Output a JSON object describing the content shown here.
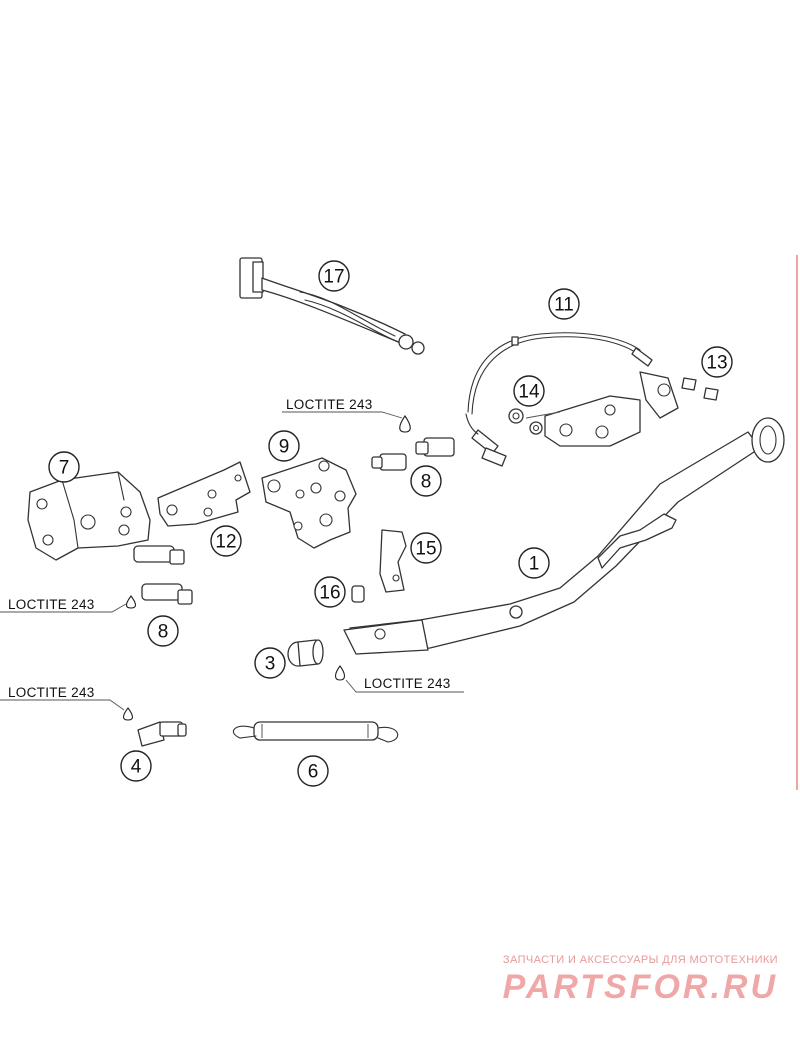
{
  "callouts": {
    "c1": "1",
    "c3": "3",
    "c4": "4",
    "c6": "6",
    "c7": "7",
    "c8a": "8",
    "c8b": "8",
    "c9": "9",
    "c11": "11",
    "c12": "12",
    "c13": "13",
    "c14": "14",
    "c15": "15",
    "c16": "16",
    "c17": "17"
  },
  "notes": {
    "loctite_top": "LOCTITE 243",
    "loctite_left": "LOCTITE 243",
    "loctite_mid": "LOCTITE 243",
    "loctite_lower": "LOCTITE 243"
  },
  "watermark": {
    "tagline": "ЗАПЧАСТИ И АКСЕССУАРЫ ДЛЯ МОТОТЕХНИКИ",
    "brand": "PARTSFOR.RU"
  },
  "colors": {
    "line": "#333333",
    "watermark": "#f0a7a7",
    "edge": "#e06a6a"
  }
}
